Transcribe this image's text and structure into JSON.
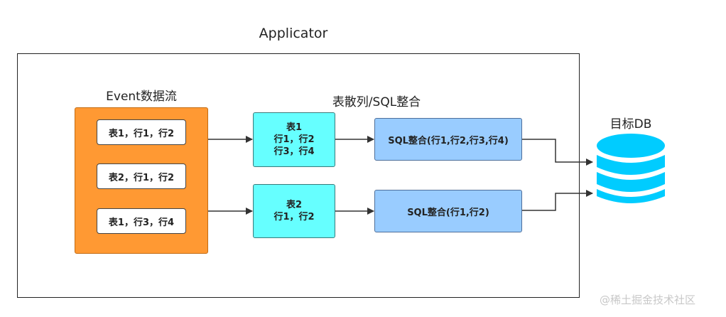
{
  "applicator_label": "Applicator",
  "event_stream": {
    "title": "Event数据流",
    "items": [
      "表1，行1，行2",
      "表2，行1，行2",
      "表1，行3，行4"
    ]
  },
  "hash_section": {
    "title": "表散列/SQL整合",
    "tables": [
      {
        "lines": [
          "表1",
          "行1，行2",
          "行3，行4"
        ]
      },
      {
        "lines": [
          "表2",
          "行1，行2"
        ]
      }
    ],
    "sql_merges": [
      "SQL整合(行1,行2,行3,行4)",
      "SQL整合(行1,行2)"
    ]
  },
  "target_db": {
    "label": "目标DB",
    "icon": "database-icon",
    "color": "#00ccff"
  },
  "watermark": "@稀土掘金技术社区",
  "colors": {
    "event_box": "#ff9933",
    "table_box": "#66ffff",
    "sql_box": "#99ccff",
    "db": "#00ccff"
  }
}
